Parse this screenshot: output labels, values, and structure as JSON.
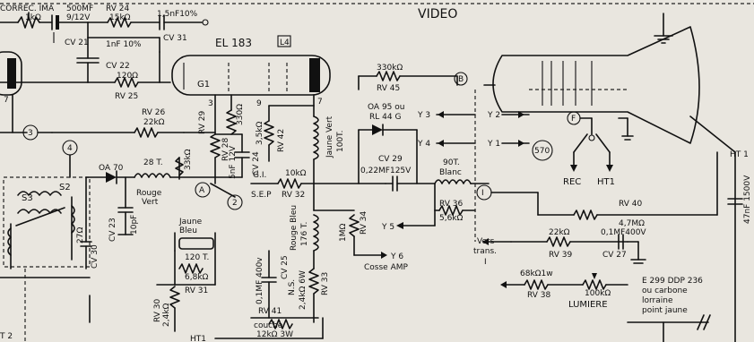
{
  "top_labels": {
    "correc_ima": "CORREC. IMA",
    "cap_500mf": "500MF",
    "cap_500mf_volt": "9/12V",
    "rv24": "RV 24",
    "rv24_val": "15kΩ",
    "cap_15nf": "1,5nF10%",
    "video": "VIDEO",
    "r_1k": "1kΩ",
    "cv21": "CV 21",
    "cv31": "CV 31"
  },
  "left_section": {
    "cap_1nf": "1nF 10%",
    "cv22": "CV 22",
    "r_120k": "120Ω",
    "rv25": "RV 25",
    "rv26": "RV 26",
    "rv26_val": "22kΩ",
    "node3": "3",
    "node4": "4",
    "node7_left": "7",
    "s3": "S3",
    "s2": "S2",
    "oa70": "OA 70",
    "turns_28": "28 T.",
    "rouge": "Rouge",
    "vert": "Vert",
    "cv23": "CV 23",
    "cv23_val": "10pF",
    "cv30": "CV 30",
    "t2": "T 2",
    "val_27": "27Ω"
  },
  "tube": {
    "name": "EL 183",
    "tag": "L4",
    "g1": "G1",
    "pin3": "3",
    "pin9": "9",
    "pin7": "7"
  },
  "mid_section": {
    "rv29": "RV 29",
    "rv29_val": "330Ω",
    "rv28": "RV 28",
    "rv28_val": "33kΩ",
    "cv24": "CV 24",
    "cv24_val": "5nF 12V",
    "rv42": "RV 42",
    "rv42_val": "3,5kΩ",
    "jaune_vert": "Jaune Vert",
    "turns_100": "100T.",
    "node_a": "A",
    "node_2": "2",
    "jaune": "Jaune",
    "bleu": "Bleu",
    "turns_120": "120 T.",
    "r_68k": "6,8kΩ",
    "rv31": "RV 31",
    "rv30": "RV 30",
    "rv30_val": "2,4kΩ",
    "cap_01": "0,1MF 400v",
    "cv25": "CV 25",
    "rouge_bleu": "Rouge Bleu",
    "turns_176": "176 T.",
    "ns": "N.S.",
    "rv33_val": "2,4kΩ 6W",
    "rv33": "RV 33",
    "rv41": "RV 41",
    "couche": "couche",
    "couche_val": "12kΩ 3W",
    "ht1_bottom": "HT1",
    "gi": "G.I.",
    "sep": "S.E.P",
    "r_10k": "10kΩ",
    "rv32": "RV 32",
    "r_1m": "1MΩ",
    "rv34": "RV 34",
    "y6": "Y 6",
    "cosse_amp": "Cosse AMP"
  },
  "right_mid": {
    "r_330k": "330kΩ",
    "rv45": "RV 45",
    "oa95": "OA 95 ou",
    "rl44g": "RL 44 G",
    "cv29": "CV 29",
    "cv29_val": "0,22MF125V",
    "turns_90": "90T.",
    "blanc": "Blanc",
    "rv36": "RV 36",
    "rv36_val": "5,6kΩ",
    "y5": "Y 5",
    "y3": "Y 3",
    "y4": "Y 4",
    "y2": "Y 2",
    "y1": "Y 1",
    "node_b": "B",
    "node_i": "I",
    "vers_trans": "Vers",
    "trans": "trans.",
    "trans_i": "I"
  },
  "right_section": {
    "node_f": "F",
    "node_570": "570",
    "rec": "REC",
    "ht1": "HT1",
    "rv40": "RV 40",
    "rv40_val": "4,7MΩ",
    "r_22k": "22kΩ",
    "rv39": "RV 39",
    "cap_01_400": "0,1MF400V",
    "cv27": "CV 27",
    "r_68k_1w": "68kΩ1w",
    "rv38": "RV 38",
    "r_100k": "100kΩ",
    "lumiere": "LUMIERE",
    "note1": "E 299 DDP 236",
    "note2": "ou carbone",
    "note3": "lorraine",
    "note4": "point jaune",
    "ht1_edge": "HT 1",
    "cap_edge": "47nF 1500V"
  }
}
